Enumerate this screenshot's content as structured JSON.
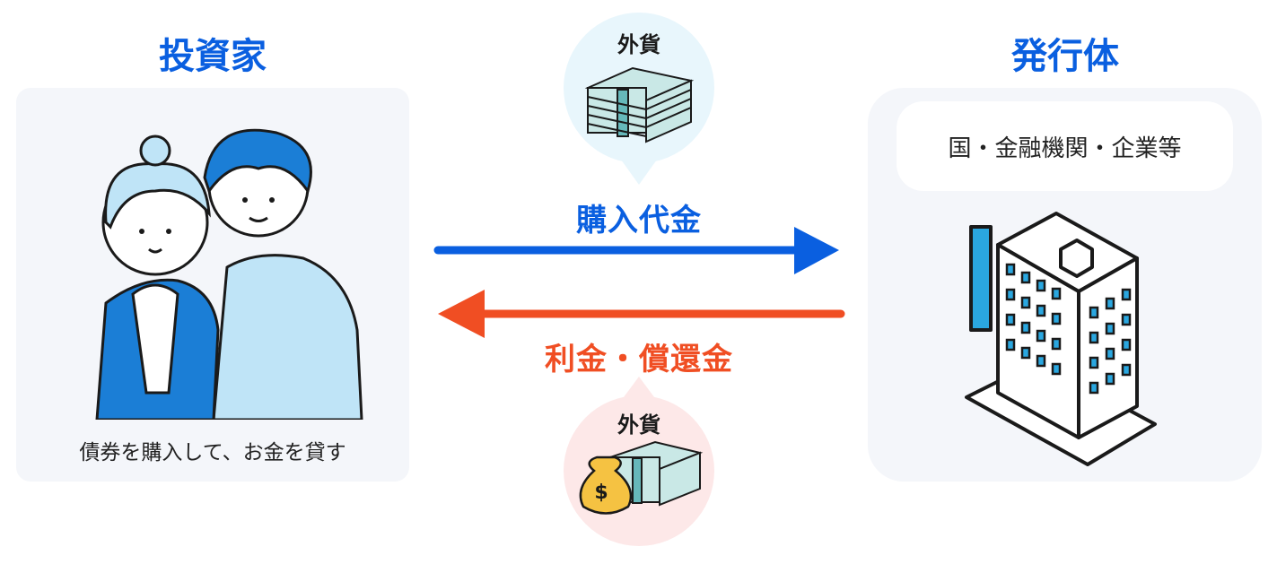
{
  "investor": {
    "title": "投資家",
    "caption": "債券を購入して、お金を貸す"
  },
  "issuer": {
    "title": "発行体",
    "types": "国・金融機関・企業等"
  },
  "flows": {
    "purchase": {
      "label": "購入代金",
      "currency": "外貨",
      "color": "#0a5fe0"
    },
    "repayment": {
      "label": "利金・償還金",
      "currency": "外貨",
      "color": "#f04e23"
    }
  },
  "icons": {
    "money_bag_symbol": "$"
  }
}
